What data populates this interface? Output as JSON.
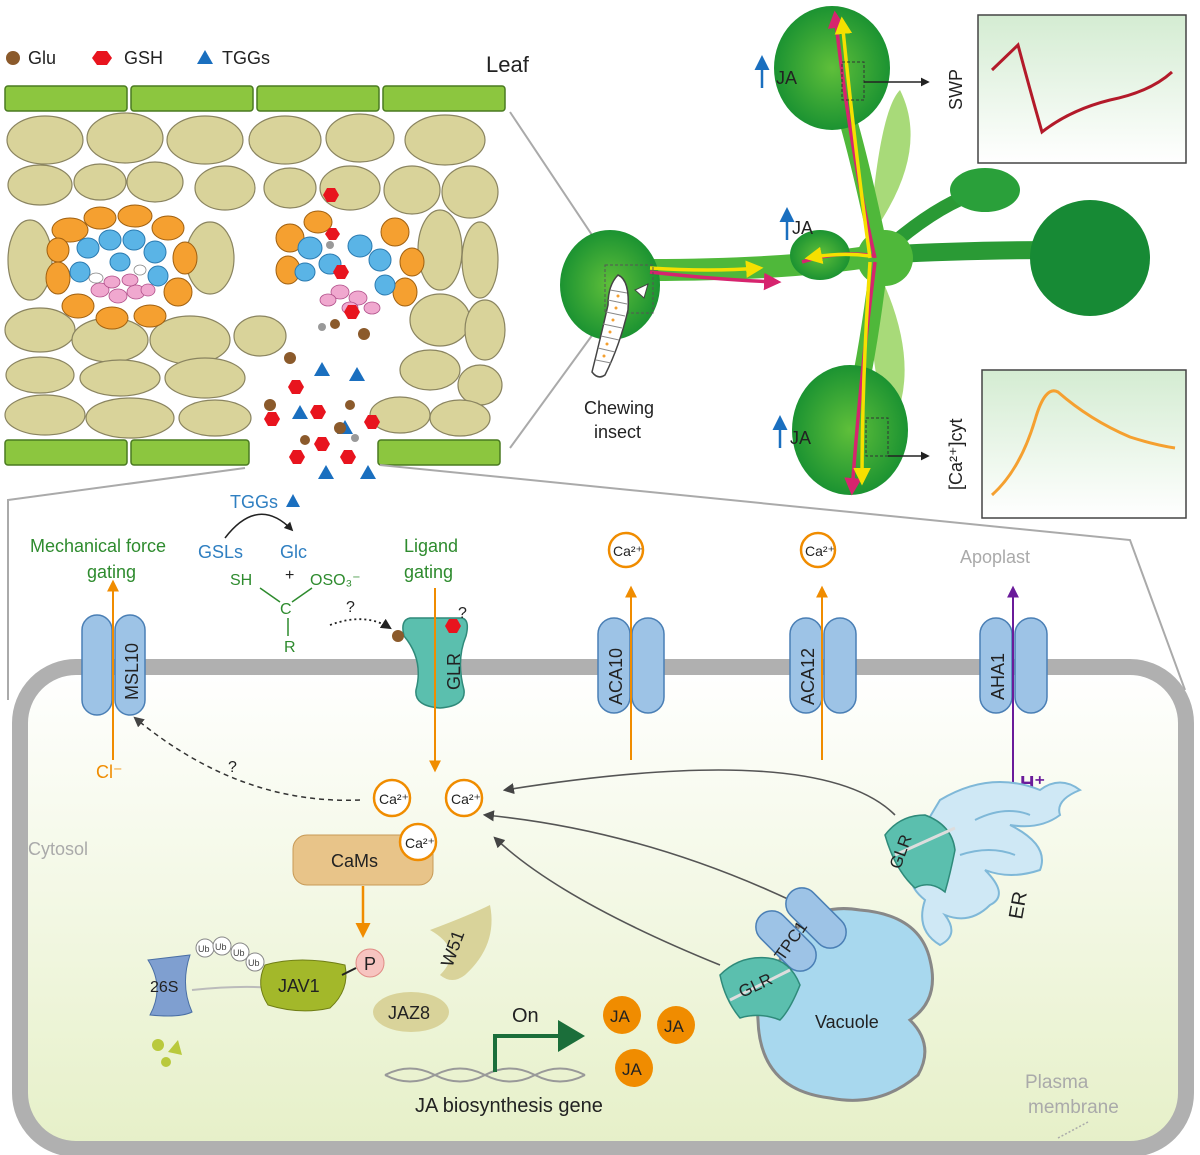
{
  "legend": {
    "glu": "Glu",
    "gsh": "GSH",
    "tggs": "TGGs"
  },
  "labels": {
    "leaf": "Leaf",
    "chewing_insect_line1": "Chewing",
    "chewing_insect_line2": "insect",
    "ja": "JA",
    "swp": "SWP",
    "ca_cyt": "[Ca²⁺]cyt",
    "tggs_reaction": "TGGs",
    "gsls": "GSLs",
    "glc": "Glc",
    "sh": "SH",
    "plus": "+",
    "oso3": "OSO₃⁻",
    "c": "C",
    "r": "R",
    "mechanical_line1": "Mechanical force",
    "mechanical_line2": "gating",
    "ligand_line1": "Ligand",
    "ligand_line2": "gating",
    "apoplast": "Apoplast",
    "question": "?",
    "cl": "Cl⁻",
    "h": "H⁺",
    "ca": "Ca²⁺",
    "cytosol": "Cytosol",
    "cams": "CaMs",
    "p": "P",
    "ub": "Ub",
    "jav1": "JAV1",
    "jaz8": "JAZ8",
    "w51": "W51",
    "s26": "26S",
    "on": "On",
    "ja_gene": "JA biosynthesis gene",
    "vacuole": "Vacuole",
    "er": "ER",
    "plasma_line1": "Plasma",
    "plasma_line2": "membrane"
  },
  "channels": {
    "msl10": "MSL10",
    "glr": "GLR",
    "aca10": "ACA10",
    "aca12": "ACA12",
    "aha1": "AHA1",
    "tpc1": "TPC1"
  },
  "colors": {
    "leaf_green": "#0f8a2f",
    "epidermis": "#8cc63f",
    "mesophyll": "#d9d39a",
    "bundle_orange": "#f5a030",
    "xylem_blue": "#5ab4e6",
    "phloem_pink": "#f0a8cf",
    "gsh_red": "#e8141e",
    "tggs_blue": "#1a6fbf",
    "glu_brown": "#8b5a2b",
    "calcium_orange": "#f08c00",
    "signal_magenta": "#d6246e",
    "signal_yellow": "#f5e000",
    "channel_blue": "#9dc3e6",
    "glr_teal": "#5bbfae",
    "proton_purple": "#6a1b9a"
  }
}
